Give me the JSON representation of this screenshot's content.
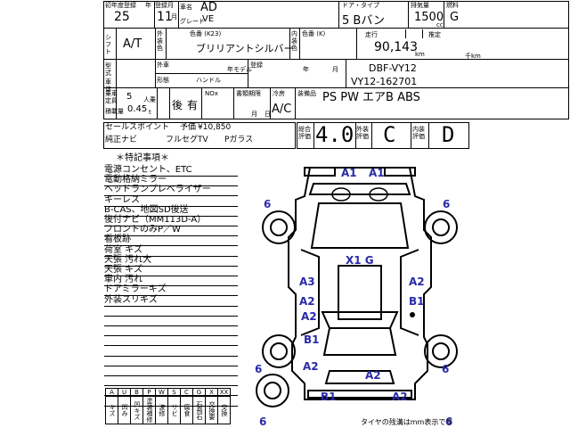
{
  "header": {
    "year_label": "初年度登録",
    "year_label_right": "年",
    "year_value": "25",
    "month_label": "登録月",
    "month_value": "11",
    "month_suffix": "月",
    "name_label": "車名",
    "name_value": "AD",
    "grade_label": "グレード",
    "grade_value": "VE",
    "door_label": "ドア・タイプ",
    "door_value": "5 Bバン",
    "displacement_label": "排気量",
    "displacement_value": "1500",
    "displacement_unit": "cc",
    "fuel_label": "燃料",
    "fuel_value": "G"
  },
  "row2": {
    "shift_label": "シフト",
    "shift_value": "A/T",
    "reg_label": "外装色",
    "color_label": "色番 (K23)",
    "color_value": "ブリリアントシルバー",
    "interior_label": "内装色",
    "interior_code": "色番 (K)",
    "mileage_label": "走行",
    "mileage_value": "90,143",
    "mileage_unit": "km",
    "estimate_label": "推定",
    "thousand_km": "千km"
  },
  "row3": {
    "type_label": "型式",
    "exterior_label": "外車",
    "model_year_label": "年モデル",
    "regdate_label": "登録",
    "expire_label": "年",
    "month_label": "月",
    "type_value": "DBF-VY12",
    "frame_label": "車体",
    "frame_value": "VY12-162701",
    "handle_label": "ハンドル",
    "shape_label": "形態"
  },
  "row4": {
    "capacity_label": "乗車定員",
    "capacity_value": "5",
    "capacity_unit": "人乗",
    "load_label": "積載量",
    "load_value": "0.45",
    "load_unit": "t",
    "door_pos_label": "後",
    "door_pos_value": "有",
    "cert_label": "書類期限",
    "cert_month": "月",
    "cert_day": "日",
    "ac_label": "冷房",
    "ac_value": "A/C",
    "equip_label": "装備品",
    "equip_value": "PS PW エアB ABS",
    "nox_label": "NOx"
  },
  "sales": {
    "title": "セールスポイント",
    "price_label": "予価",
    "price_value": "¥10,850",
    "line1": "純正ナビ",
    "line2": "フルセグTV",
    "line3": "Pガラス"
  },
  "scores": {
    "total_label": "総合評価",
    "total_value": "4.0",
    "ext_label": "外装評価",
    "ext_value": "C",
    "int_label": "内装評価",
    "int_value": "D"
  },
  "notes": {
    "title": "＊特記事項＊",
    "items": [
      "電源コンセント、ETC",
      "電動格納ミラー",
      "ヘッドランプレベライザー",
      "キーレス",
      "B-CAS、地図SD後送",
      "後付ナビ（MM113D-A）",
      "フロントのみP／W",
      "看板跡",
      "荷室 キズ",
      "天張 汚れ大",
      "天張 キズ",
      "車内 汚れ",
      "ドアミラーキズ",
      "外装スリキズ"
    ]
  },
  "legend": {
    "codes": [
      "A",
      "U",
      "B",
      "P",
      "W",
      "S",
      "C",
      "G",
      "X",
      "XX"
    ],
    "names": [
      "キズ",
      "凹み",
      "凹キズ",
      "塗装補修",
      "波修",
      "サビ",
      "腐食",
      "石飛石",
      "交換要",
      "交換"
    ]
  },
  "diagram": {
    "marks": [
      "A1",
      "A1",
      "X1 G",
      "A3",
      "A2",
      "A2",
      "B1",
      "A2",
      "B1",
      "A2",
      "A2",
      "B1",
      "A2",
      "6",
      "6",
      "6",
      "6",
      "6",
      "6"
    ],
    "footnote": "タイヤの残溝はmm表示です"
  }
}
